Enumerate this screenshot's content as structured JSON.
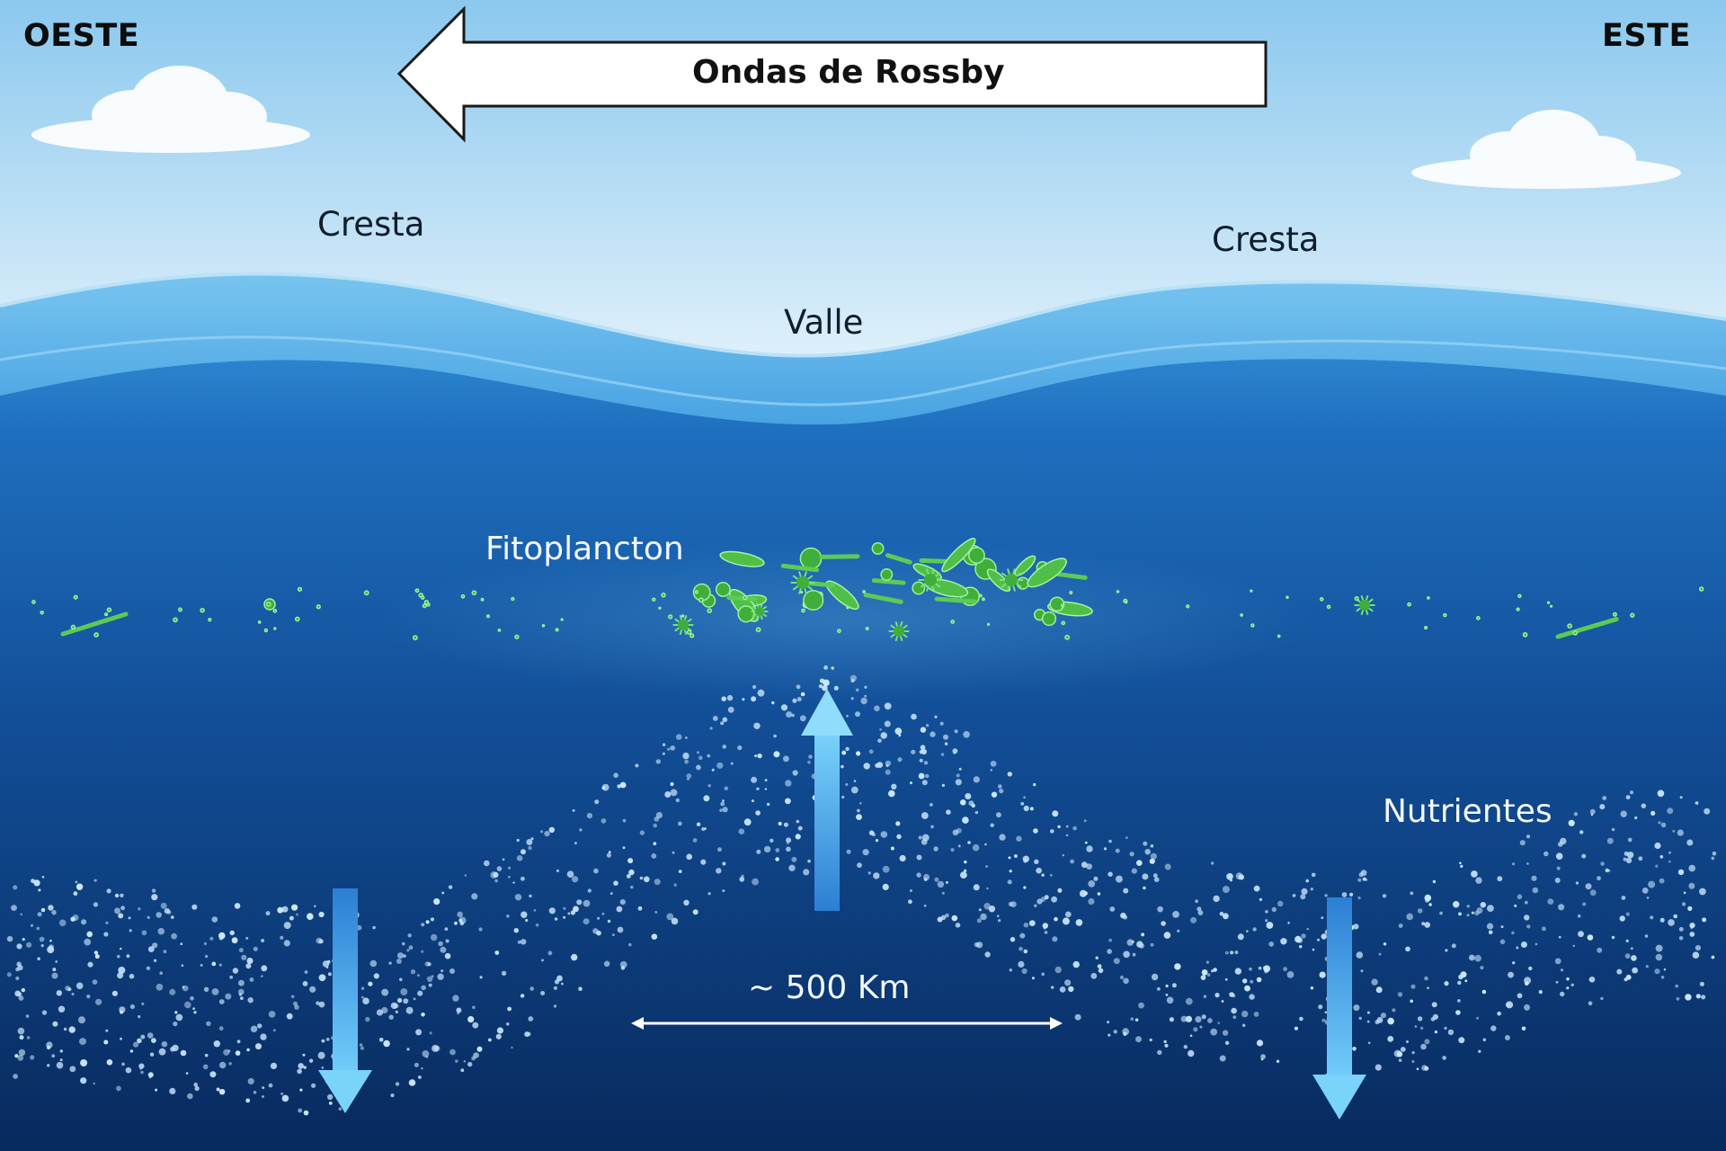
{
  "directions": {
    "west": "OESTE",
    "east": "ESTE"
  },
  "banner": {
    "text": "Ondas de Rossby"
  },
  "surface": {
    "crest_left": "Cresta",
    "crest_right": "Cresta",
    "trough": "Valle"
  },
  "biology": {
    "phytoplankton": "Fitoplancton",
    "nutrients": "Nutrientes"
  },
  "scale": {
    "text": "~ 500 Km"
  },
  "colors": {
    "sky_top": "#8ecaef",
    "sky_bottom": "#dff0fa",
    "water_top": "#2f8fd6",
    "water_deep": "#0a2f68",
    "phytoplankton": "#3fae3a",
    "arrow": "#5ec2f6",
    "nutrient_dot": "#cde9ff"
  }
}
